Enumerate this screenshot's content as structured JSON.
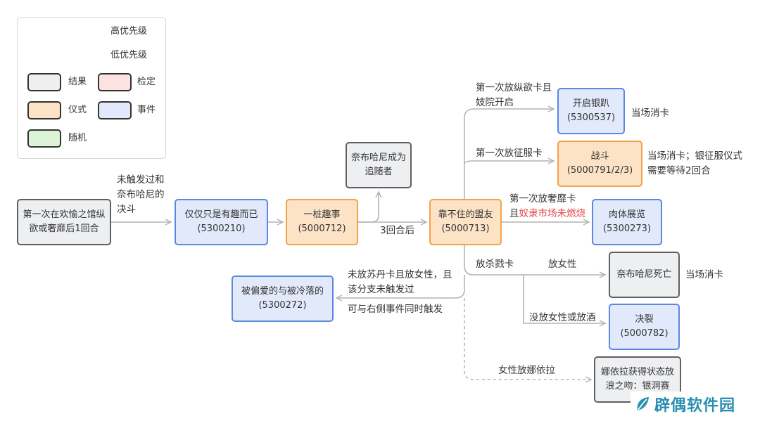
{
  "legend": {
    "high_priority": "高优先级",
    "low_priority": "低优先级",
    "result": "结果",
    "check": "检定",
    "ritual": "仪式",
    "event": "事件",
    "random": "随机"
  },
  "nodes": {
    "start": "第一次在欢愉之馆纵欲或奢靡后1回合",
    "merely_fun": {
      "title": "仅仅只是有趣而已",
      "id": "(5300210)"
    },
    "fun_thing": {
      "title": "一桩趣事",
      "id": "(5000712)"
    },
    "follower": "奈布哈尼成为追随者",
    "ally": {
      "title": "靠不住的盟友",
      "id": "(5000713)"
    },
    "silver_lizard": {
      "title": "开启银趴",
      "id": "(5300537)"
    },
    "battle": {
      "title": "战斗",
      "id": "(5000791/2/3)"
    },
    "flesh_show": {
      "title": "肉体展览",
      "id": "(5300273)"
    },
    "nebhani_death": "奈布哈尼死亡",
    "split": {
      "title": "决裂",
      "id": "(5000782)"
    },
    "naila": "娜依拉获得状态放浪之吻：银洞赛",
    "favored": {
      "title": "被偏爱的与被冷落的",
      "id": "(5300272)"
    }
  },
  "labels": {
    "not_triggered": "未触发过和奈布哈尼的决斗",
    "three_rounds": "3回合后",
    "lust_first": "第一次放纵欲卡且妓院开启",
    "conquest_first": "第一次放征服卡",
    "luxury_first_a": "第一次放奢靡卡",
    "luxury_first_b": "且",
    "luxury_first_red": "奴隶市场未燃烧",
    "consume_1": "当场消卡",
    "consume_2": "当场消卡；银征服仪式需要等待2回合",
    "consume_3": "当场消卡",
    "kill_card": "放杀戮卡",
    "female": "放女性",
    "no_female": "没放女性或放酒",
    "female_naila": "女性放娜依拉",
    "sultan_cond": "未放苏丹卡且放女性，且该分支未触发过",
    "simultaneous": "可与右侧事件同时触发"
  },
  "colors": {
    "result_fill": "#eeeff1",
    "result_border": "#5f6063",
    "ritual_fill": "#fde3c6",
    "ritual_border": "#f2a24b",
    "event_fill": "#e2e9fb",
    "event_border": "#5b88e0",
    "check_fill": "#fde2e2",
    "check_border": "#ee7a7a",
    "random_fill": "#dcf3d8",
    "random_border": "#6cc46e",
    "edge": "#b4b4b4",
    "red_text": "#e04a4a"
  },
  "watermark": "辟偶软件园"
}
